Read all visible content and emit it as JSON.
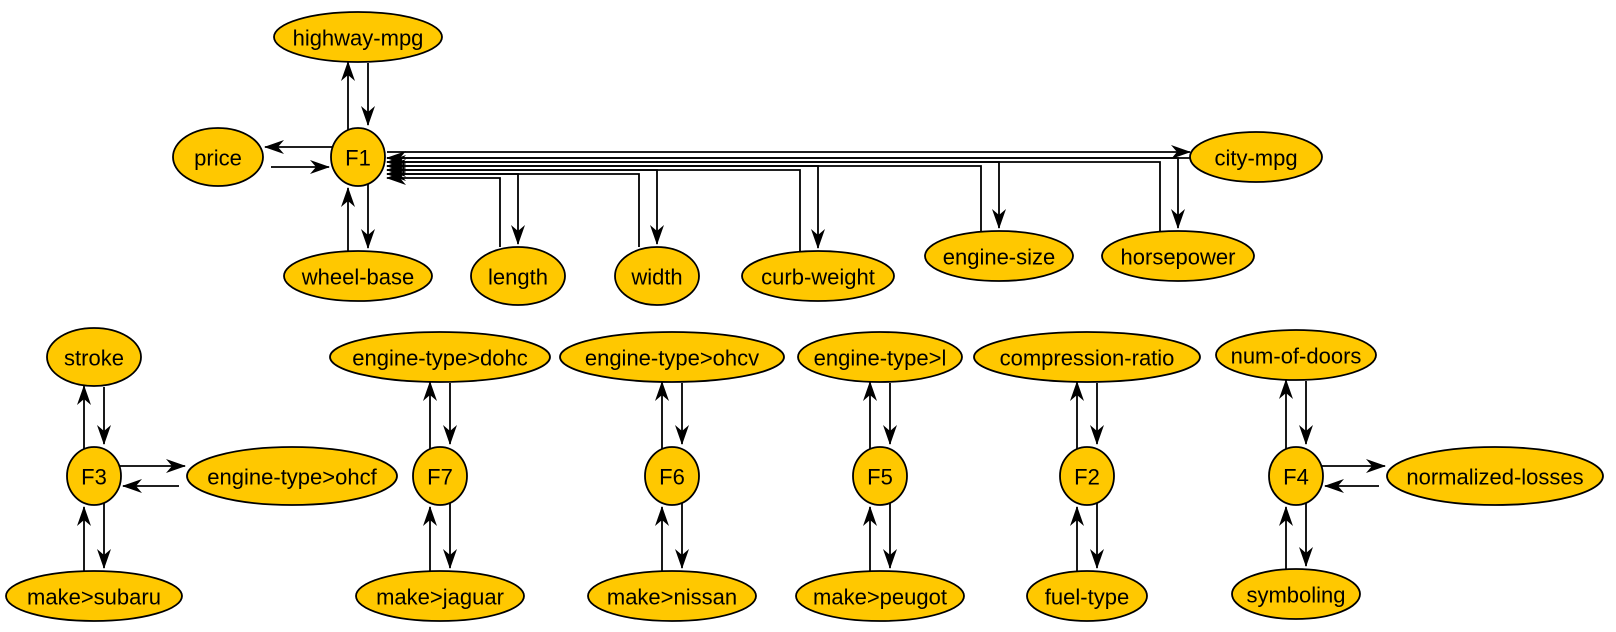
{
  "colors": {
    "node_fill": "#FFC800",
    "stroke": "#000000"
  },
  "factors": [
    {
      "id": "F1",
      "label": "F1"
    },
    {
      "id": "F2",
      "label": "F2"
    },
    {
      "id": "F3",
      "label": "F3"
    },
    {
      "id": "F4",
      "label": "F4"
    },
    {
      "id": "F5",
      "label": "F5"
    },
    {
      "id": "F6",
      "label": "F6"
    },
    {
      "id": "F7",
      "label": "F7"
    }
  ],
  "variables": [
    {
      "id": "highway-mpg",
      "label": "highway-mpg",
      "factor": "F1"
    },
    {
      "id": "price",
      "label": "price",
      "factor": "F1"
    },
    {
      "id": "wheel-base",
      "label": "wheel-base",
      "factor": "F1"
    },
    {
      "id": "length",
      "label": "length",
      "factor": "F1"
    },
    {
      "id": "width",
      "label": "width",
      "factor": "F1"
    },
    {
      "id": "curb-weight",
      "label": "curb-weight",
      "factor": "F1"
    },
    {
      "id": "engine-size",
      "label": "engine-size",
      "factor": "F1"
    },
    {
      "id": "horsepower",
      "label": "horsepower",
      "factor": "F1"
    },
    {
      "id": "city-mpg",
      "label": "city-mpg",
      "factor": "F1"
    },
    {
      "id": "stroke",
      "label": "stroke",
      "factor": "F3"
    },
    {
      "id": "engine-type-ohcf",
      "label": "engine-type>ohcf",
      "factor": "F3"
    },
    {
      "id": "make-subaru",
      "label": "make>subaru",
      "factor": "F3"
    },
    {
      "id": "engine-type-dohc",
      "label": "engine-type>dohc",
      "factor": "F7"
    },
    {
      "id": "make-jaguar",
      "label": "make>jaguar",
      "factor": "F7"
    },
    {
      "id": "engine-type-ohcv",
      "label": "engine-type>ohcv",
      "factor": "F6"
    },
    {
      "id": "make-nissan",
      "label": "make>nissan",
      "factor": "F6"
    },
    {
      "id": "engine-type-l",
      "label": "engine-type>l",
      "factor": "F5"
    },
    {
      "id": "make-peugot",
      "label": "make>peugot",
      "factor": "F5"
    },
    {
      "id": "compression-ratio",
      "label": "compression-ratio",
      "factor": "F2"
    },
    {
      "id": "fuel-type",
      "label": "fuel-type",
      "factor": "F2"
    },
    {
      "id": "num-of-doors",
      "label": "num-of-doors",
      "factor": "F4"
    },
    {
      "id": "normalized-losses",
      "label": "normalized-losses",
      "factor": "F4"
    },
    {
      "id": "symboling",
      "label": "symboling",
      "factor": "F4"
    }
  ]
}
